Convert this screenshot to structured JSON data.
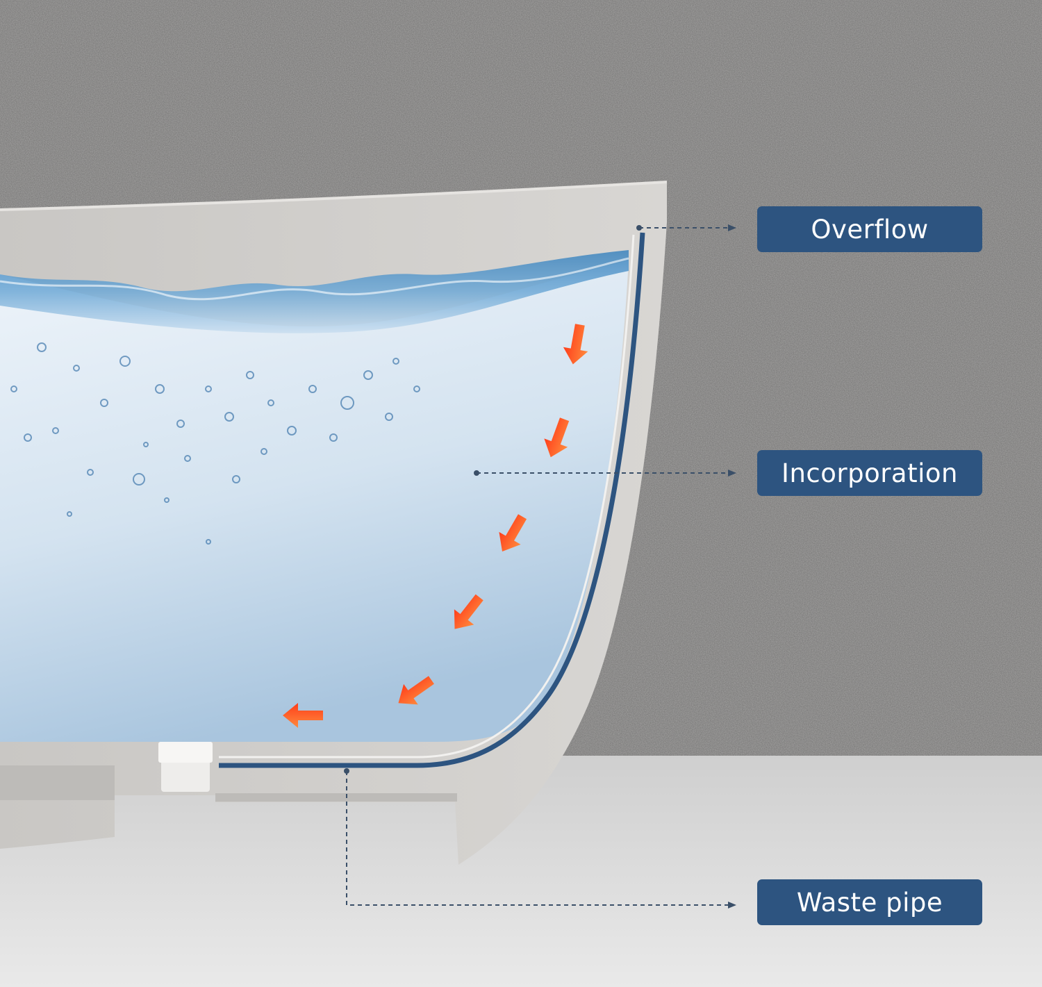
{
  "labels": {
    "overflow": "Overflow",
    "incorporation": "Incorporation",
    "waste_pipe": "Waste pipe"
  },
  "colors": {
    "label_background": "#2d5480",
    "label_text": "#ffffff",
    "channel": "#2d5480",
    "flow_arrow": "#ff5a1f",
    "wall": "#a6a5a4",
    "floor": "#d9d9d9",
    "tub_shell": "#cfcdca",
    "water": "#d7e6f2",
    "leader_line": "#3a4f68"
  },
  "icons": {
    "flow_arrow": "arrow-down-left-icon",
    "leader_arrow": "arrow-right-icon"
  },
  "flow_arrow_count": 6
}
